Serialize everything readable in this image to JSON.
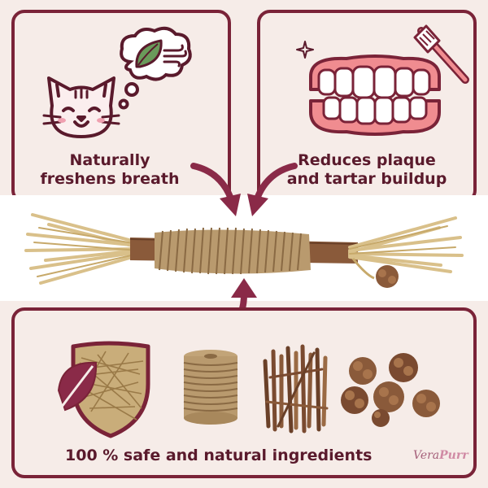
{
  "panels": {
    "top_left": {
      "line1": "Naturally",
      "line2": "freshens breath",
      "icons": [
        "cat-face-icon",
        "thought-bubble-icon",
        "mint-leaf-icon",
        "breath-wind-icon"
      ]
    },
    "top_right": {
      "line1": "Reduces plaque",
      "line2": "and tartar buildup",
      "icons": [
        "teeth-dentures-icon",
        "toothbrush-icon",
        "sparkle-icon"
      ]
    },
    "bottom": {
      "caption": "100 % safe and natural ingredients",
      "items": [
        "silvervine-shield-icon",
        "jute-rope-spool",
        "silvervine-sticks-bundle",
        "silvervine-galls"
      ]
    }
  },
  "product": {
    "name": "catnip-chew-stick"
  },
  "brand": {
    "part1": "Vera",
    "part2": "Purr"
  },
  "colors": {
    "accent": "#7a2338",
    "text": "#5a1a2c",
    "background": "#f6ece8",
    "gum_pink": "#f08c90",
    "leaf_green": "#6a9a5a"
  }
}
